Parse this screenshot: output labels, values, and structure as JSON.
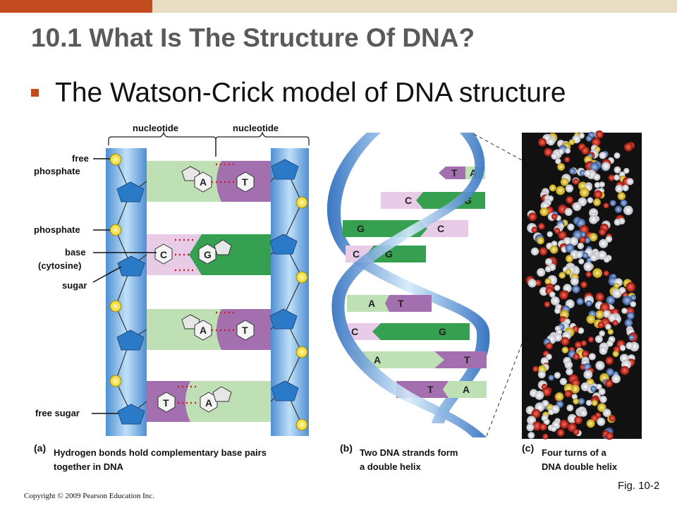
{
  "slide": {
    "title": "10.1 What Is The Structure Of DNA?",
    "bullet": "The Watson-Crick model of DNA structure",
    "copyright": "Copyright © 2009 Pearson Education Inc.",
    "fig_number": "Fig. 10-2"
  },
  "panel_a": {
    "header_labels": [
      "nucleotide",
      "nucleotide"
    ],
    "side_labels": {
      "free_phosphate": [
        "free",
        "phosphate"
      ],
      "phosphate": "phosphate",
      "base": [
        "base",
        "(cytosine)"
      ],
      "sugar": "sugar",
      "free_sugar": "free sugar"
    },
    "rungs": [
      {
        "left": "A",
        "right": "T"
      },
      {
        "left": "C",
        "right": "G"
      },
      {
        "left": "A",
        "right": "T"
      },
      {
        "left": "T",
        "right": "A"
      }
    ],
    "part_label": "(a)",
    "caption": [
      "Hydrogen bonds hold complementary base pairs",
      "together in DNA"
    ]
  },
  "panel_b": {
    "pairs": [
      {
        "left": "T",
        "right": "A"
      },
      {
        "left": "C",
        "right": "G"
      },
      {
        "left": "G",
        "right": "C"
      },
      {
        "left": "C",
        "right": "G"
      },
      {
        "left": "A",
        "right": "T"
      },
      {
        "left": "C",
        "right": "G"
      },
      {
        "left": "A",
        "right": "T"
      },
      {
        "left": "T",
        "right": "A"
      }
    ],
    "part_label": "(b)",
    "caption": [
      "Two DNA strands form",
      "a double helix"
    ]
  },
  "panel_c": {
    "part_label": "(c)",
    "caption": [
      "Four turns of a",
      "DNA double helix"
    ]
  },
  "colors": {
    "accent_red": "#c24b20",
    "beige_bar": "#e8dcc2",
    "backbone_blue": "#6fa8de",
    "phosphate_yellow": "#f5e04a",
    "adenine_green_light": "#bfe0b4",
    "guanine_green": "#35a050",
    "thymine_purple": "#a36fae",
    "cytosine_pink": "#e8cbe6"
  }
}
